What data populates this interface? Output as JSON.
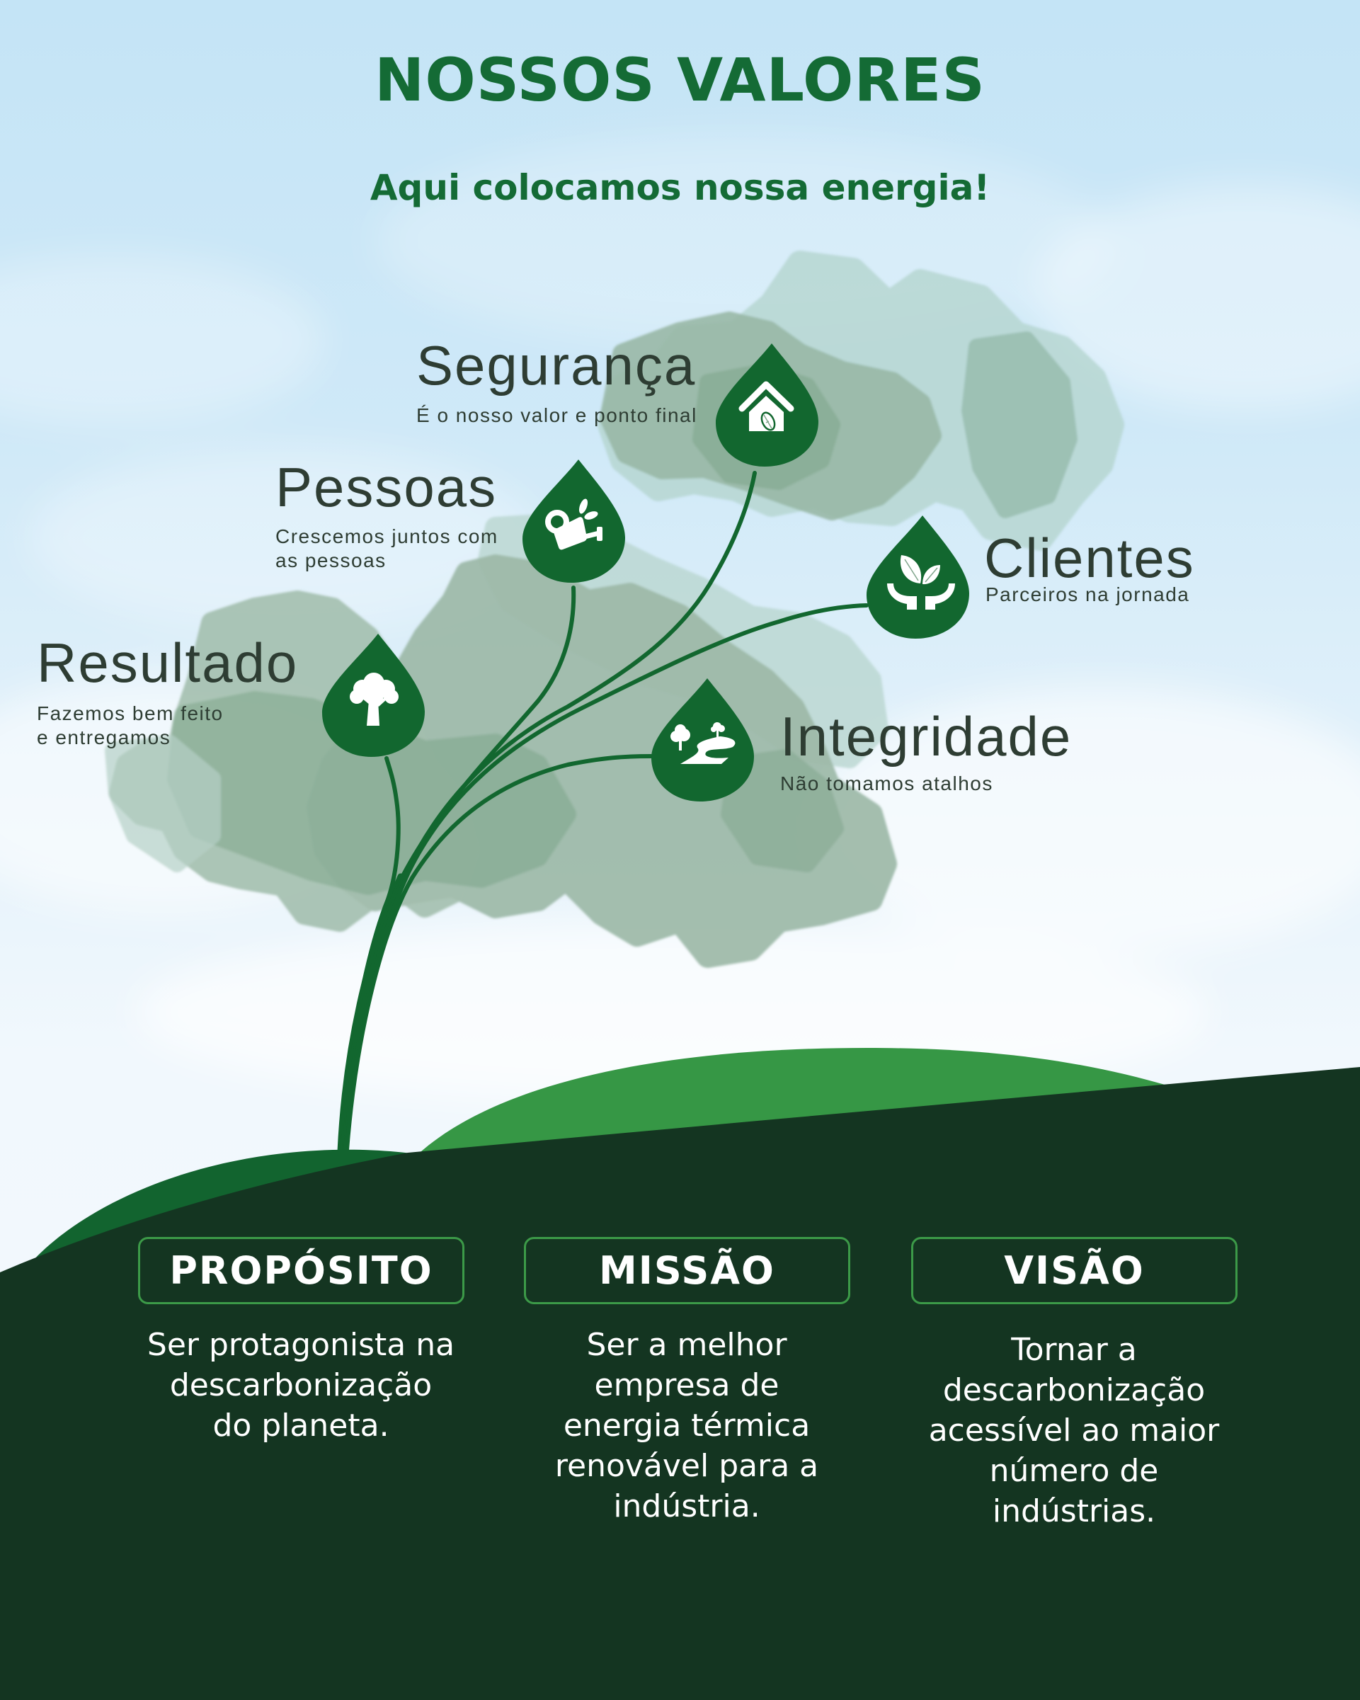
{
  "header": {
    "title": "NOSSOS VALORES",
    "subtitle": "Aqui colocamos nossa energia!"
  },
  "values": [
    {
      "name": "Segurança",
      "description": [
        "É o nosso valor e ponto final"
      ],
      "icon": "house-leaf-icon"
    },
    {
      "name": "Pessoas",
      "description": [
        "Crescemos juntos com",
        "as pessoas"
      ],
      "icon": "watering-can-icon"
    },
    {
      "name": "Clientes",
      "description": [
        "Parceiros na jornada"
      ],
      "icon": "hands-plant-icon"
    },
    {
      "name": "Resultado",
      "description": [
        "Fazemos bem feito",
        "e entregamos"
      ],
      "icon": "tree-icon"
    },
    {
      "name": "Integridade",
      "description": [
        "Não tomamos atalhos"
      ],
      "icon": "path-trees-icon"
    }
  ],
  "pillars": [
    {
      "title": "PROPÓSITO",
      "lines": [
        "Ser protagonista na",
        "descarbonização",
        "do planeta."
      ]
    },
    {
      "title": "MISSÃO",
      "lines": [
        "Ser a melhor",
        "empresa de",
        "energia térmica",
        "renovável para a",
        "indústria."
      ]
    },
    {
      "title": "VISÃO",
      "lines": [
        "Tornar a",
        "descarbonização",
        "acessível ao maior",
        "número de",
        "indústrias."
      ]
    }
  ],
  "colors": {
    "title_green": "#146b35",
    "leaf_green": "#12672f",
    "hill_light_green": "#369745",
    "hill_mid_green": "#12642f",
    "ground_dark_green": "#143521",
    "box_border_green": "#3c9a48",
    "sky_top": "#c4e4f6",
    "sky_bottom": "#f2f9fd",
    "text_dark": "#2e3d33",
    "text_light": "#ffffff"
  }
}
